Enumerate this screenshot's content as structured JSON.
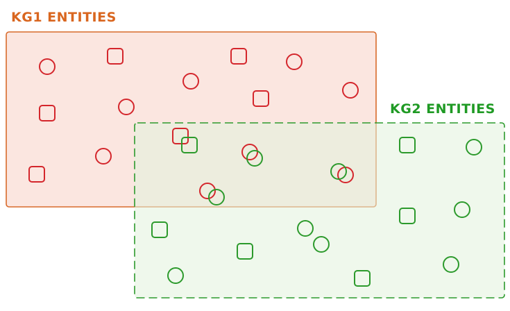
{
  "labels": {
    "kg1": "KG1 ENTITIES",
    "kg2": "KG2 ENTITIES"
  },
  "colors": {
    "kg1_fill": "#fbe3dd",
    "kg1_stroke": "#d86a2a",
    "kg1_label": "#d9661f",
    "kg1_entity": "#d4262c",
    "kg2_fill": "#e2f3dd",
    "kg2_stroke": "#2c9a2c",
    "kg2_label": "#1f9a24",
    "kg2_entity": "#2c9a2c"
  },
  "entities": {
    "kg1_shapes": [
      "circle",
      "square",
      "square",
      "circle",
      "circle",
      "square",
      "circle",
      "circle",
      "square",
      "square",
      "circle",
      "square",
      "circle",
      "circle",
      "circle"
    ],
    "kg2_shapes": [
      "square",
      "circle",
      "square",
      "circle",
      "circle",
      "circle",
      "square",
      "square",
      "circle",
      "circle",
      "circle",
      "square",
      "circle",
      "square",
      "circle"
    ]
  }
}
